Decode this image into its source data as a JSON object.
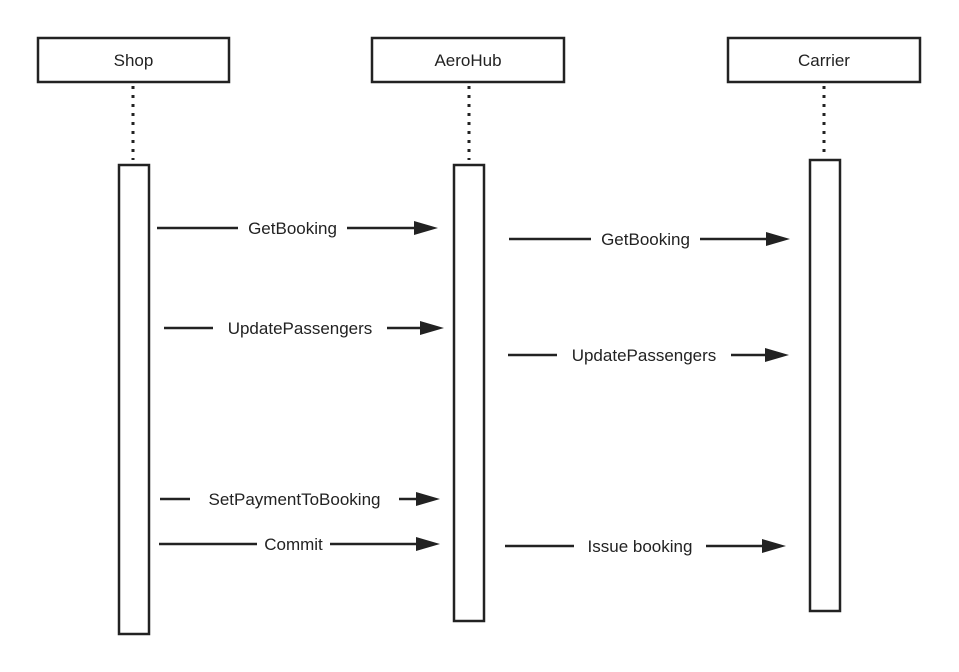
{
  "actors": [
    {
      "name": "Shop"
    },
    {
      "name": "AeroHub"
    },
    {
      "name": "Carrier"
    }
  ],
  "messages": [
    {
      "label": "GetBooking",
      "from": "Shop",
      "to": "AeroHub"
    },
    {
      "label": "GetBooking",
      "from": "AeroHub",
      "to": "Carrier"
    },
    {
      "label": "UpdatePassengers",
      "from": "Shop",
      "to": "AeroHub"
    },
    {
      "label": "UpdatePassengers",
      "from": "AeroHub",
      "to": "Carrier"
    },
    {
      "label": "SetPaymentToBooking",
      "from": "Shop",
      "to": "AeroHub"
    },
    {
      "label": "Commit",
      "from": "Shop",
      "to": "AeroHub"
    },
    {
      "label": "Issue booking",
      "from": "AeroHub",
      "to": "Carrier"
    }
  ],
  "colors": {
    "stroke": "#222222",
    "background": "#ffffff"
  }
}
